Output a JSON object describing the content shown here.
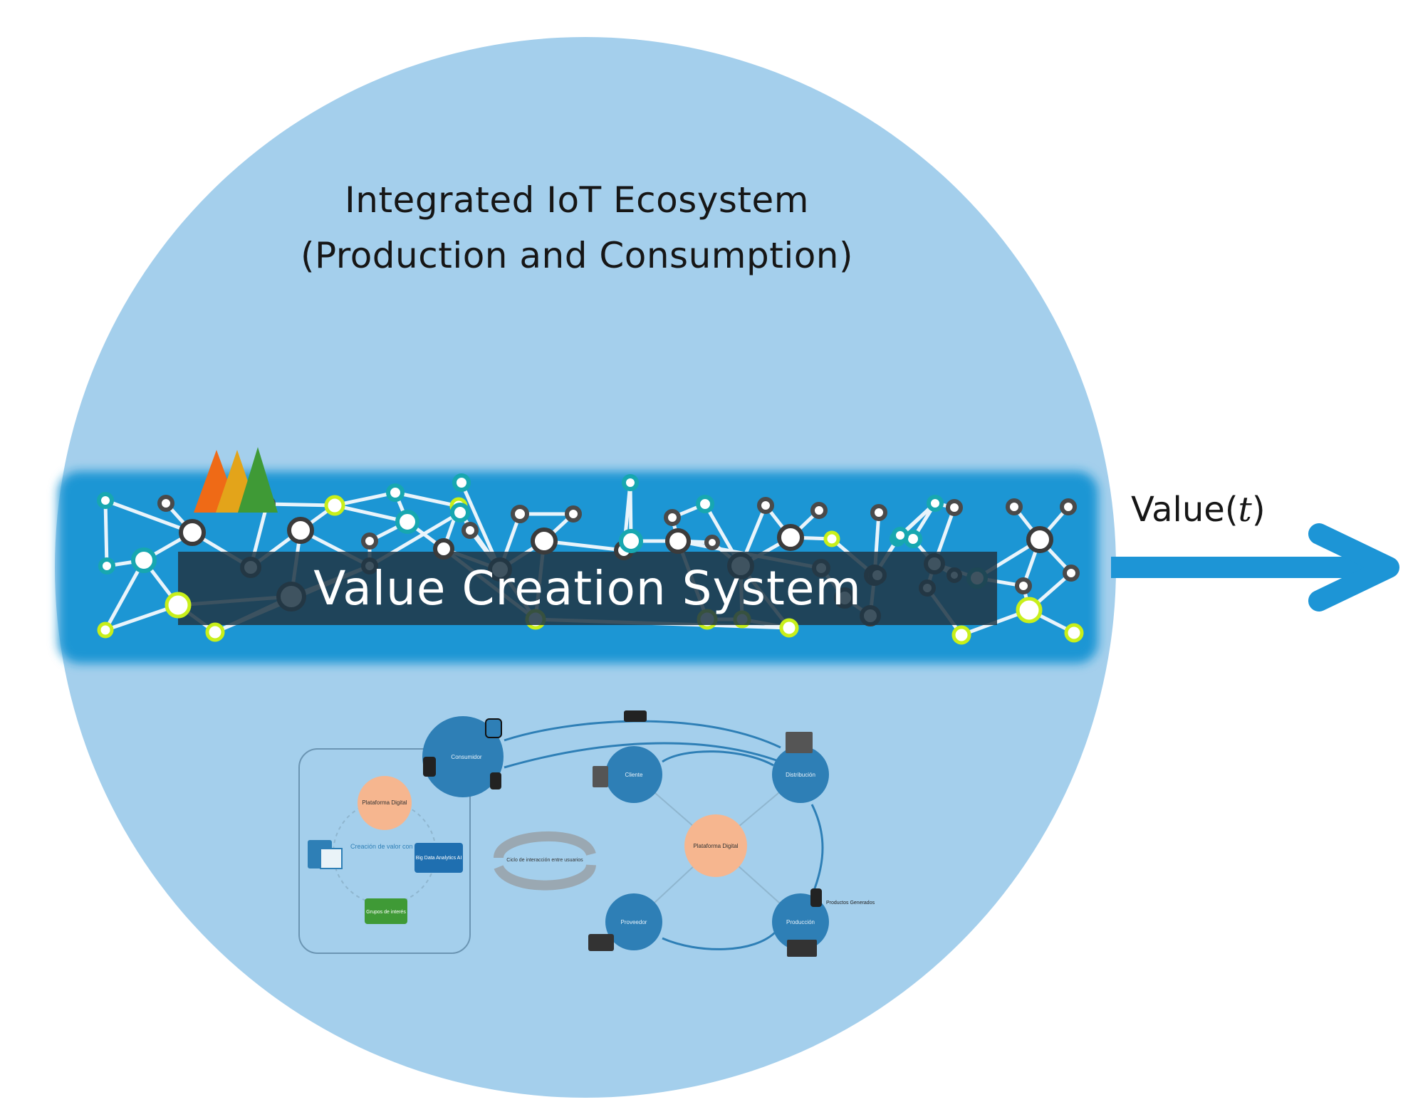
{
  "diagram": {
    "title_line1": "Integrated IoT Ecosystem",
    "title_line2": "(Production and Consumption)",
    "band_label": "Value Creation System",
    "output_label_prefix": "Value(",
    "output_label_var": "t",
    "output_label_suffix": ")"
  },
  "inset_left": {
    "platform": "Plataforma Digital",
    "consumer": "Consumidor",
    "center_text": "Creación de valor con la información",
    "big_data": "Big Data Analytics AI",
    "groups": "Grupos de interés"
  },
  "inset_middle": {
    "cycle": "Ciclo de interacción entre usuarios"
  },
  "inset_right": {
    "client": "Cliente",
    "distribution": "Distribución",
    "platform": "Plataforma Digital",
    "provider": "Proveedor",
    "production": "Producción",
    "products": "Productos Generados"
  },
  "colors": {
    "circle": "#a4cfec",
    "band": "#1a96d4",
    "label_box": "#1f3746",
    "arrow": "#1d95d6",
    "node_lime": "#c8ef1a",
    "node_teal": "#17a7b0",
    "node_dark": "#3b3b3b",
    "triangle_orange": "#ef6a16",
    "triangle_gold": "#e3a41a",
    "triangle_green": "#3f9a36",
    "inset_node": "#2e7fb6",
    "inset_platform": "#f6b68f",
    "inset_green": "#3f9a36"
  }
}
